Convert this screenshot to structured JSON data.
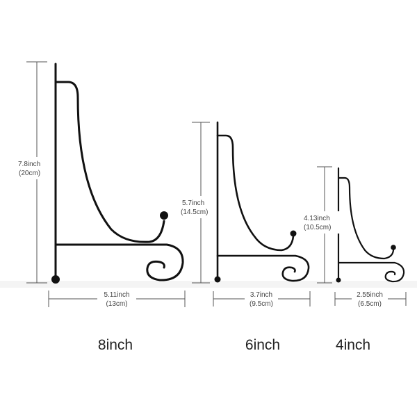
{
  "stands": [
    {
      "size_label": "8inch",
      "height_inch": "7.8inch",
      "height_cm": "(20cm)",
      "width_inch": "5.11inch",
      "width_cm": "(13cm)"
    },
    {
      "size_label": "6inch",
      "height_inch": "5.7inch",
      "height_cm": "(14.5cm)",
      "width_inch": "3.7inch",
      "width_cm": "(9.5cm)"
    },
    {
      "size_label": "4inch",
      "height_inch": "4.13inch",
      "height_cm": "(10.5cm)",
      "width_inch": "2.55inch",
      "width_cm": "(6.5cm)"
    }
  ],
  "colors": {
    "metal": "#111111",
    "dimension_line": "#555555",
    "shadow": "#eeeeee"
  }
}
